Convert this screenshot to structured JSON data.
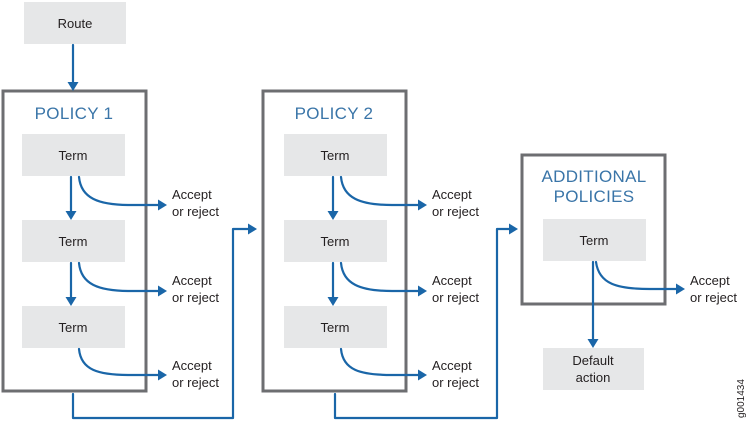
{
  "route": "Route",
  "policy1": {
    "title": "POLICY 1",
    "terms": [
      "Term",
      "Term",
      "Term"
    ],
    "outcomes": [
      [
        "Accept",
        "or reject"
      ],
      [
        "Accept",
        "or reject"
      ],
      [
        "Accept",
        "or reject"
      ]
    ]
  },
  "policy2": {
    "title": "POLICY 2",
    "terms": [
      "Term",
      "Term",
      "Term"
    ],
    "outcomes": [
      [
        "Accept",
        "or reject"
      ],
      [
        "Accept",
        "or reject"
      ],
      [
        "Accept",
        "or reject"
      ]
    ]
  },
  "additional": {
    "title": [
      "ADDITIONAL",
      "POLICIES"
    ],
    "term": "Term",
    "outcome": [
      "Accept",
      "or reject"
    ],
    "default": [
      "Default",
      "action"
    ]
  },
  "figure_id": "g001434",
  "colors": {
    "flow": "#1a66a8",
    "box": "#e6e7e8",
    "frame": "#6d6e71",
    "title": "#3a75a8"
  }
}
